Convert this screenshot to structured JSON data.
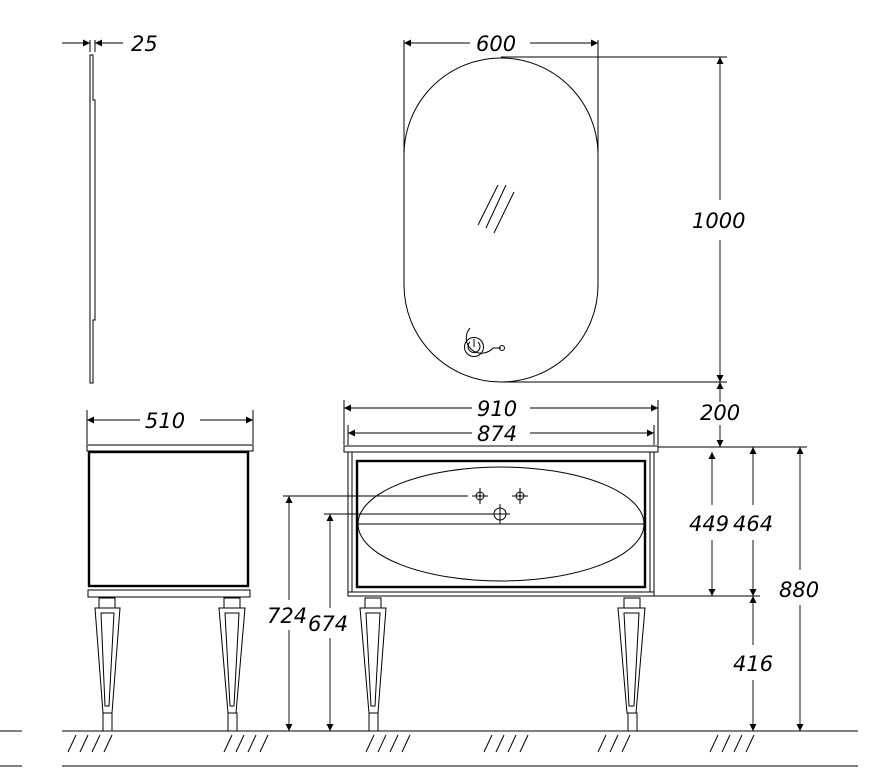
{
  "dimensions": {
    "mirror_depth": "25",
    "mirror_width": "600",
    "mirror_height": "1000",
    "gap_mirror_cabinet": "200",
    "cabinet_depth": "510",
    "countertop_width": "910",
    "cabinet_width": "874",
    "drawer_height": "449",
    "cabinet_body_height": "464",
    "total_height": "880",
    "leg_height": "416",
    "drain_height": "724",
    "tap_height": "674"
  },
  "icons": [
    "power-button-icon",
    "glass-reflection-icon",
    "faucet-hole-icon",
    "drain-icon",
    "floor-hatch-icon"
  ]
}
